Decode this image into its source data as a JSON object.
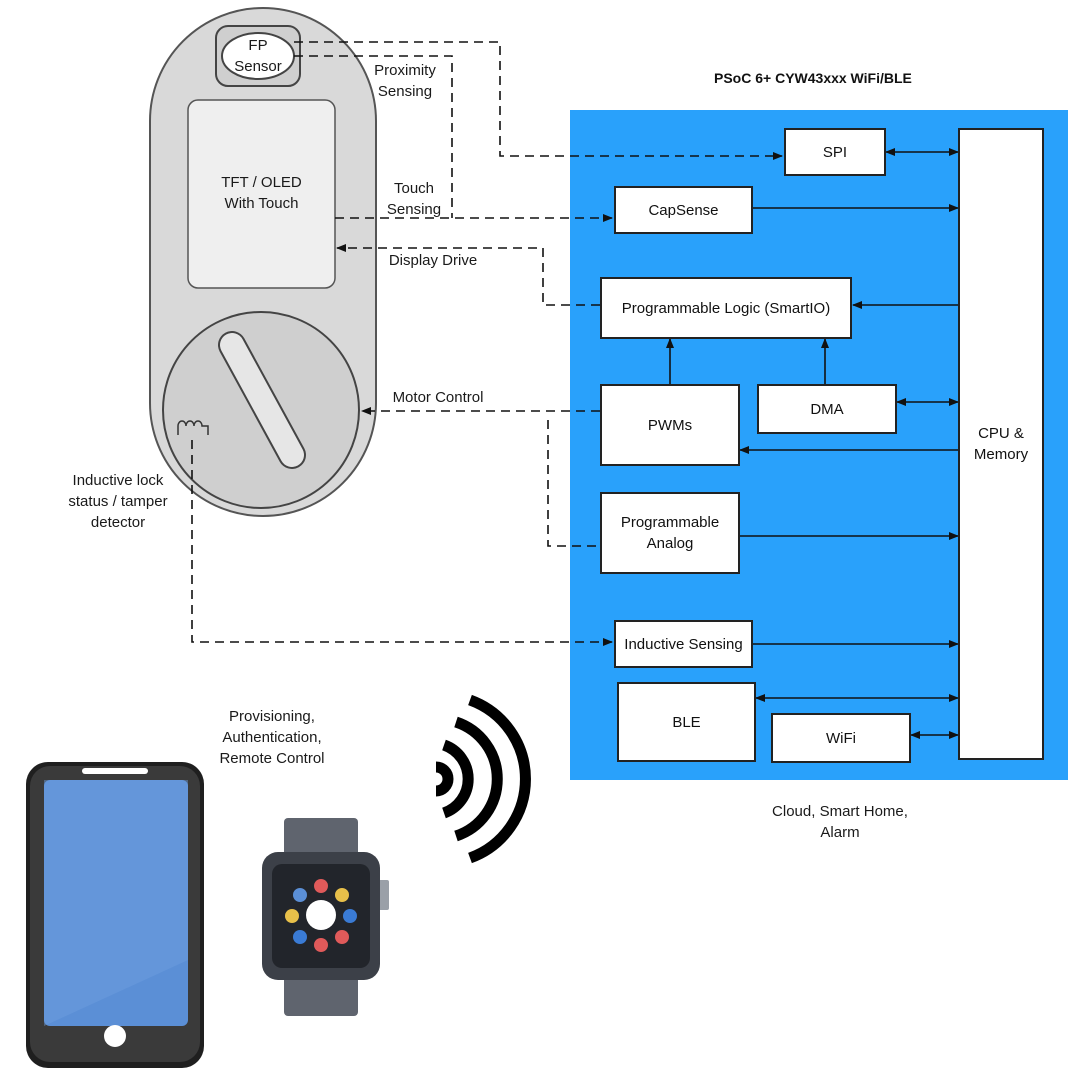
{
  "title": "PSoC 6+ CYW43xxx WiFi/BLE",
  "colors": {
    "board": "#29a1fb",
    "lock_body": "#d9d9d9",
    "lock_outline": "#555555",
    "phone_screen": "#5b8fd6",
    "watch_body": "#3c4048"
  },
  "blocks": {
    "spi": "SPI",
    "capsense": "CapSense",
    "prog_logic": "Programmable Logic (SmartIO)",
    "pwms": "PWMs",
    "dma": "DMA",
    "prog_analog": "Programmable\nAnalog",
    "inductive": "Inductive Sensing",
    "ble": "BLE",
    "wifi": "WiFi",
    "cpu": "CPU &\nMemory"
  },
  "lock": {
    "fp_sensor": "FP\nSensor",
    "display": "TFT / OLED\nWith Touch"
  },
  "labels": {
    "proximity": "Proximity\nSensing",
    "touch": "Touch\nSensing",
    "display_drive": "Display Drive",
    "motor": "Motor Control",
    "inductive_lock": "Inductive lock\nstatus / tamper\ndetector",
    "provisioning": "Provisioning,\nAuthentication,\nRemote Control",
    "cloud": "Cloud, Smart Home,\nAlarm"
  },
  "icons": {
    "fp_sensor": "fingerprint-sensor-icon",
    "coil": "coil-icon",
    "knob": "lock-knob-icon",
    "phone": "smartphone-icon",
    "watch": "smartwatch-icon",
    "wireless": "wireless-signal-icon"
  }
}
